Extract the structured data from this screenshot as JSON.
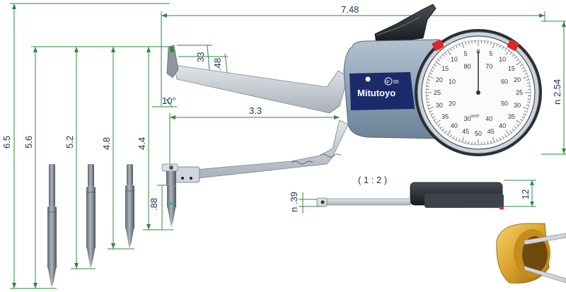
{
  "dimensions": {
    "overall_length": "7.48",
    "total_height": "6.5",
    "probe_56": "5.6",
    "probe_52": "5.2",
    "probe_48": "4.8",
    "probe_44": "4.4",
    "reach": "3.3",
    "tip_33": "33",
    "tip_48": ".48",
    "angle": "10°",
    "tip_88": ".88",
    "dial_diameter": "n 2.54",
    "thickness": "12",
    "jaw_39": "n .39"
  },
  "scale_label": "( 1 : 2 )",
  "brand": {
    "name": "Mitutoyo",
    "ip_rating": "IP",
    "ip_number": "65"
  },
  "dial": {
    "outer_numbers": [
      "0",
      "5",
      "10",
      "15",
      "20",
      "25",
      "30",
      "35",
      "40",
      "45",
      "50",
      "45",
      "40",
      "35",
      "30",
      "25",
      "20",
      "15",
      "10",
      "5"
    ],
    "inner_numbers": [
      "80",
      "70",
      "60",
      "50",
      "40",
      "30",
      "20",
      "10"
    ],
    "resolution": ".0005\""
  },
  "colors": {
    "dimension_line": "#2b8a3e",
    "body": "#8ea2b6",
    "steel": "#c6ccd2",
    "marker": "#e0262b",
    "label": "#1c2f5a"
  }
}
